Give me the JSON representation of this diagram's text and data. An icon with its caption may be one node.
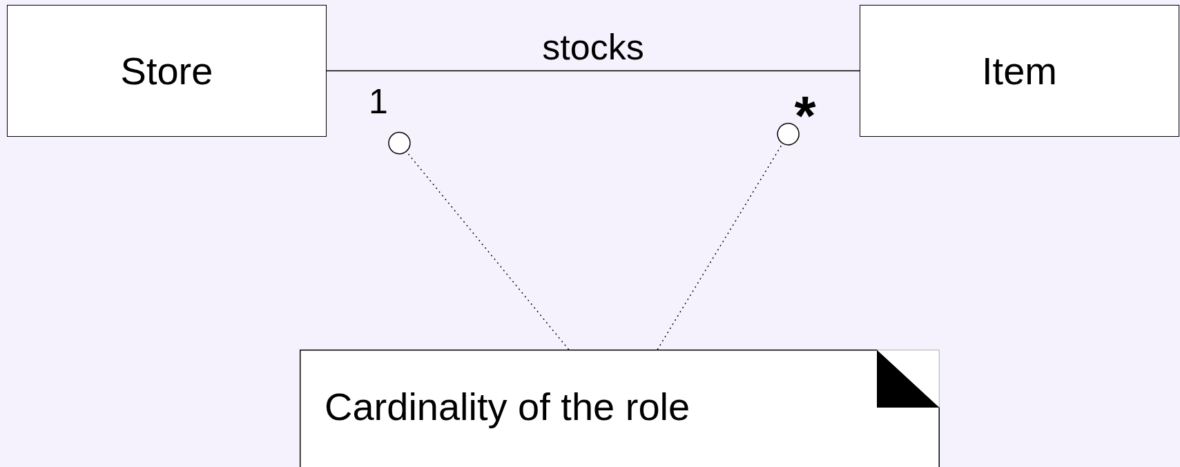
{
  "diagram": {
    "nodes": [
      {
        "text": [
          "Store"
        ]
      },
      {
        "text": [
          "Item"
        ]
      },
      {
        "text": [
          "1"
        ]
      },
      {
        "text": [
          "*"
        ]
      },
      {
        "text": [
          "Cardinality of the role"
        ]
      }
    ],
    "edges": [
      {
        "from": 0,
        "to": 1,
        "arrow": "none",
        "label": "stocks"
      },
      {
        "from": 4,
        "to": 2,
        "arrow": "other",
        "style": "dashed"
      },
      {
        "from": 4,
        "to": 3,
        "arrow": "other",
        "style": "dashed"
      }
    ]
  }
}
